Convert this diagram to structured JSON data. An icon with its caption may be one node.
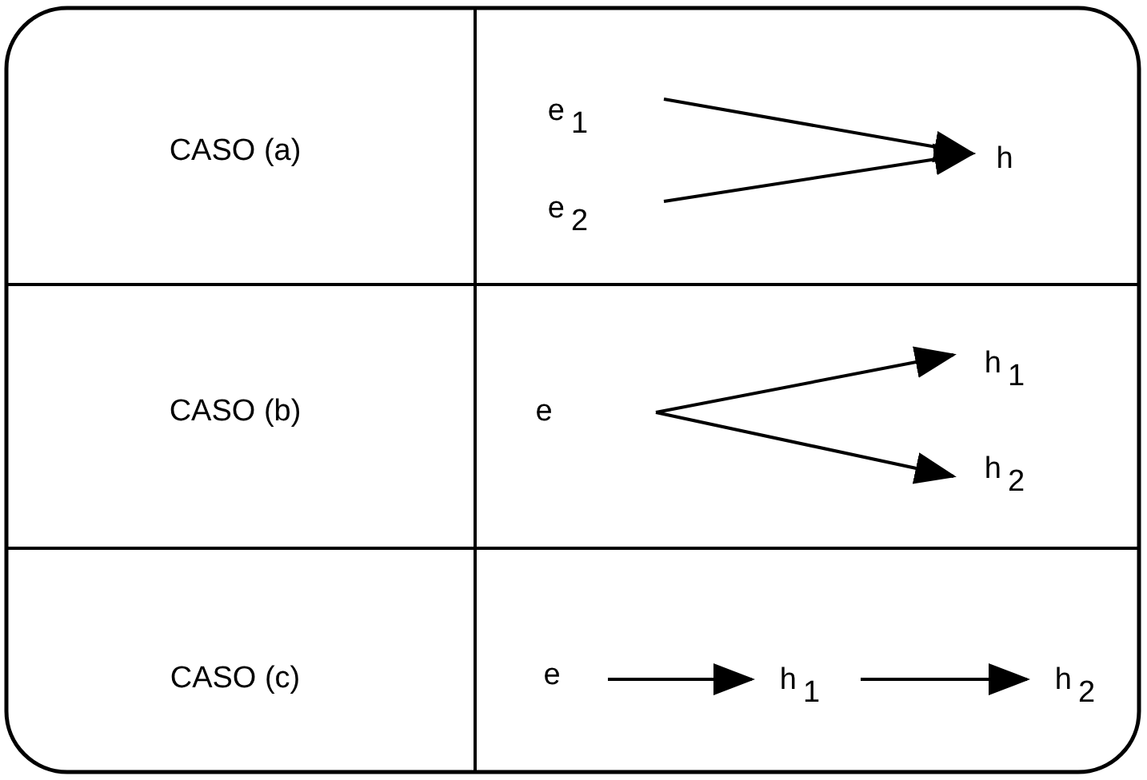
{
  "diagram": {
    "nodes": [
      {
        "text": [
          "e$_{1}$"
        ]
      },
      {
        "text": [
          "e$_{2}$"
        ]
      },
      {
        "text": [
          "h"
        ]
      },
      {
        "text": [
          "e"
        ]
      },
      {
        "text": [
          "h$_{1}$"
        ]
      },
      {
        "text": [
          "h$_{2}$"
        ]
      },
      {
        "text": [
          "e"
        ]
      },
      {
        "text": [
          "h$_{1}$"
        ]
      },
      {
        "text": [
          "h$_{2}$"
        ]
      }
    ],
    "edges": [
      {
        "from": 0,
        "to": 2,
        "arrow": "to"
      },
      {
        "from": 1,
        "to": 2,
        "arrow": "to"
      },
      {
        "from": 3,
        "to": 4,
        "arrow": "to"
      },
      {
        "from": 3,
        "to": 5,
        "arrow": "to"
      },
      {
        "from": 6,
        "to": 7,
        "arrow": "to"
      },
      {
        "from": 7,
        "to": 8,
        "arrow": "to"
      }
    ],
    "labels": [
      "CASO (a)",
      "CASO (b)",
      "CASO (c)"
    ]
  }
}
